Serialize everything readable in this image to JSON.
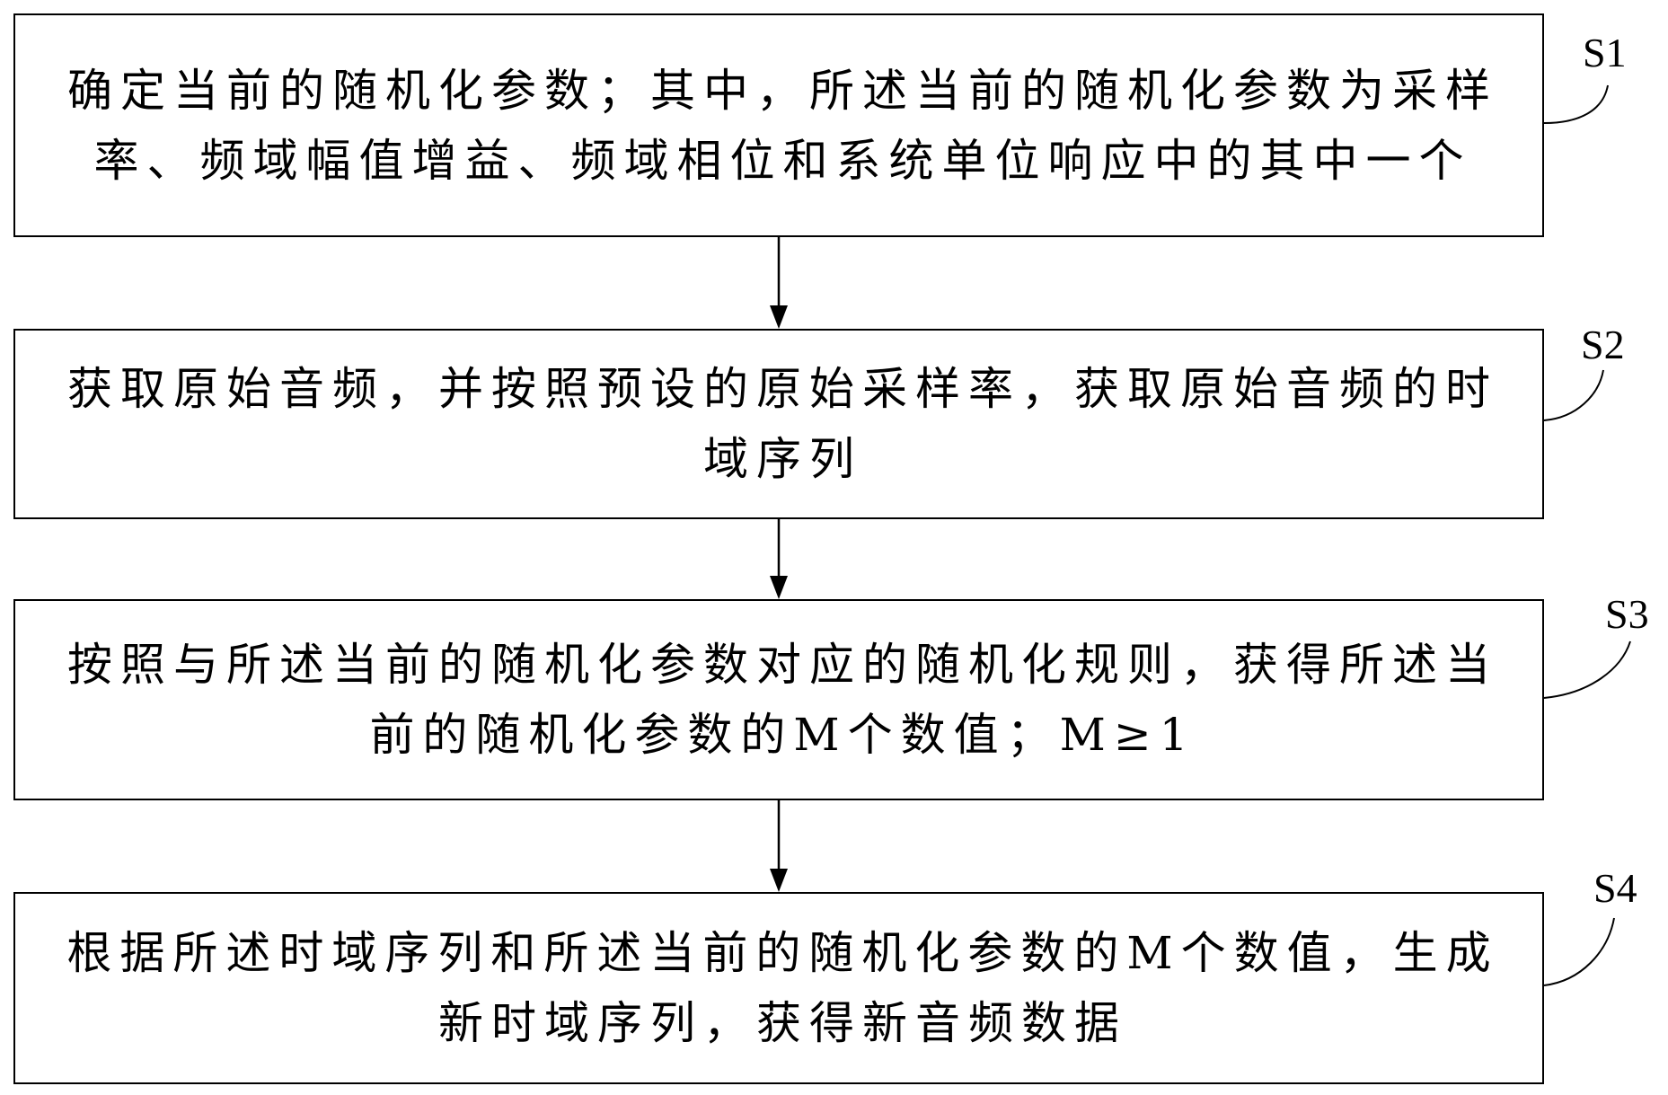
{
  "steps": [
    {
      "label": "S1",
      "lines": [
        "确定当前的随机化参数；其中，所述当前的随机化参数为采样",
        "率、频域幅值增益、频域相位和系统单位响应中的其中一个"
      ]
    },
    {
      "label": "S2",
      "lines": [
        "获取原始音频，并按照预设的原始采样率，获取原始音频的时",
        "域序列"
      ]
    },
    {
      "label": "S3",
      "lines": [
        "按照与所述当前的随机化参数对应的随机化规则，获得所述当",
        "前的随机化参数的M个数值；M≥1"
      ]
    },
    {
      "label": "S4",
      "lines": [
        "根据所述时域序列和所述当前的随机化参数的M个数值，生成",
        "新时域序列，获得新音频数据"
      ]
    }
  ],
  "colors": {
    "stroke": "#000000",
    "background": "#ffffff"
  }
}
